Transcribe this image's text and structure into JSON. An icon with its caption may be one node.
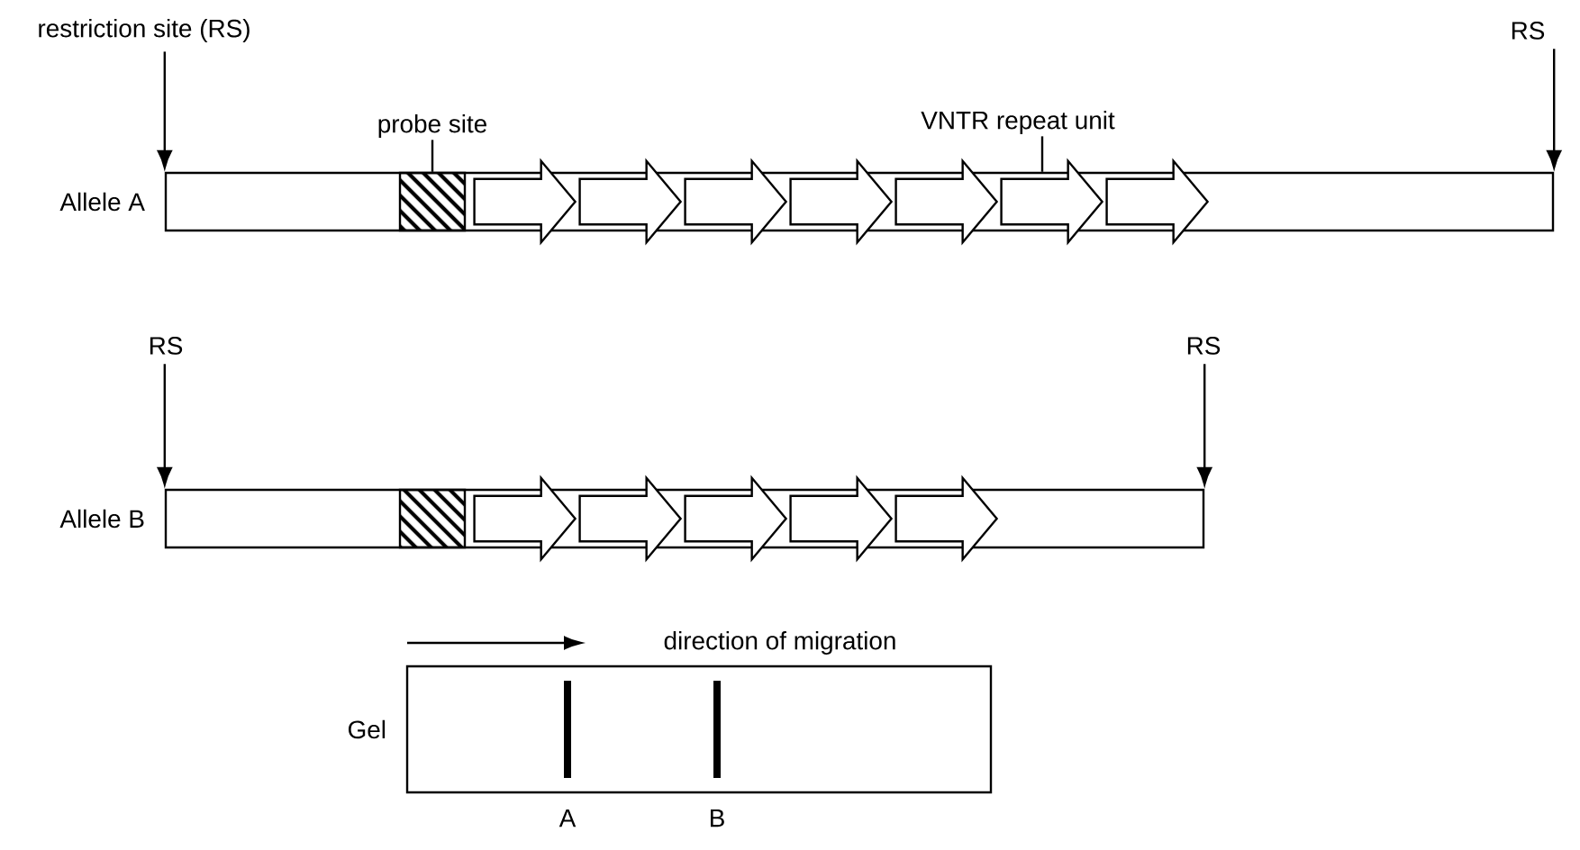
{
  "diagram": {
    "nodes": [
      {
        "text": [
          "restriction site (RS)"
        ]
      },
      {
        "text": [
          "RS"
        ]
      },
      {
        "text": [
          "probe site"
        ]
      },
      {
        "text": [
          "VNTR repeat unit"
        ]
      },
      {
        "text": [
          "Allele A"
        ]
      },
      {
        "text": [],
        "shape": "box",
        "in": 4
      },
      {
        "text": [],
        "shape": "arrow",
        "in": 4
      },
      {
        "text": [],
        "shape": "arrow",
        "in": 4
      },
      {
        "text": [],
        "shape": "arrow",
        "in": 4
      },
      {
        "text": [],
        "shape": "arrow",
        "in": 4
      },
      {
        "text": [],
        "shape": "arrow",
        "in": 4
      },
      {
        "text": [],
        "shape": "arrow",
        "in": 4
      },
      {
        "text": [],
        "shape": "arrow",
        "in": 4
      },
      {
        "text": [
          "RS"
        ]
      },
      {
        "text": [
          "RS"
        ]
      },
      {
        "text": [
          "Allele B"
        ]
      },
      {
        "text": [],
        "shape": "box",
        "in": 15
      },
      {
        "text": [],
        "shape": "arrow",
        "in": 15
      },
      {
        "text": [],
        "shape": "arrow",
        "in": 15
      },
      {
        "text": [],
        "shape": "arrow",
        "in": 15
      },
      {
        "text": [],
        "shape": "arrow",
        "in": 15
      },
      {
        "text": [],
        "shape": "arrow",
        "in": 15
      },
      {
        "text": [
          "Gel"
        ]
      },
      {
        "text": [
          "A"
        ],
        "in": 22
      },
      {
        "text": [
          "B"
        ],
        "in": 22
      }
    ],
    "edges": [
      {
        "from": 0,
        "to": 4,
        "arrow": "to"
      },
      {
        "from": 1,
        "to": 4,
        "arrow": "to"
      },
      {
        "from": 2,
        "to": 5,
        "arrow": "none"
      },
      {
        "from": 3,
        "to": 11,
        "arrow": "none"
      },
      {
        "from": 13,
        "to": 15,
        "arrow": "to"
      },
      {
        "from": 14,
        "to": 15,
        "arrow": "to"
      }
    ],
    "labels": [
      "direction of migration"
    ]
  }
}
